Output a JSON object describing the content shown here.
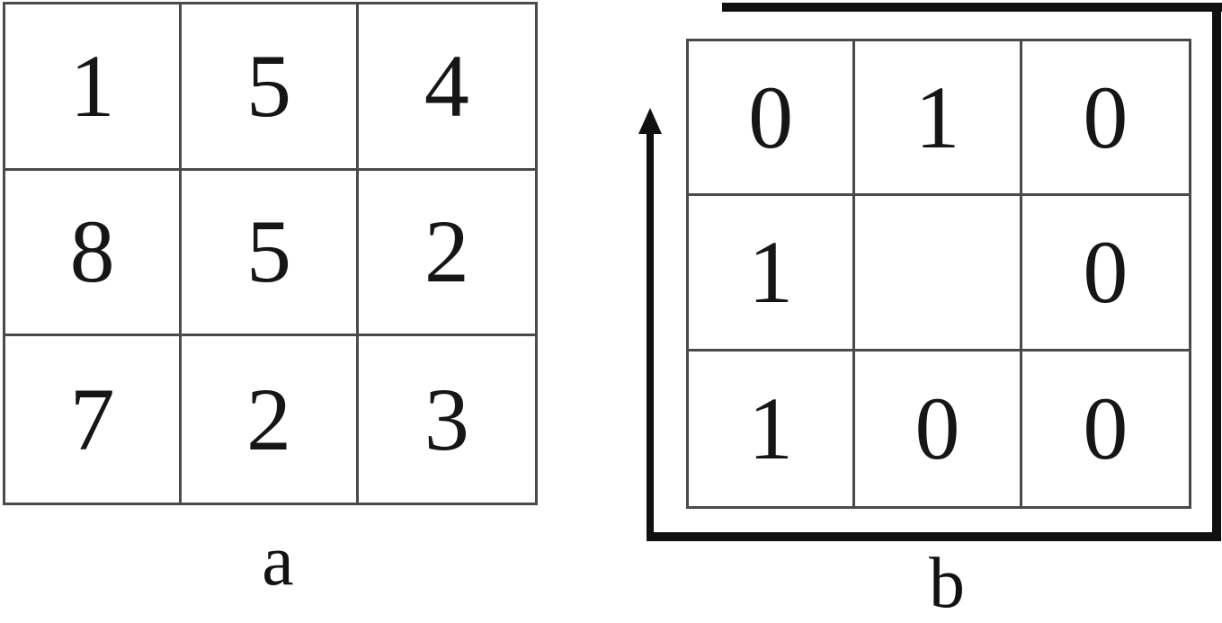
{
  "panel_a": {
    "label": "a",
    "grid": [
      [
        "1",
        "5",
        "4"
      ],
      [
        "8",
        "5",
        "2"
      ],
      [
        "7",
        "2",
        "3"
      ]
    ]
  },
  "panel_b": {
    "label": "b",
    "grid": [
      [
        "0",
        "1",
        "0"
      ],
      [
        "1",
        "",
        "0"
      ],
      [
        "1",
        "0",
        "0"
      ]
    ]
  },
  "colors": {
    "background": "#ffffff",
    "grid_line": "#4a4a4a",
    "digit": "#161616",
    "axis_frame": "#101010"
  }
}
